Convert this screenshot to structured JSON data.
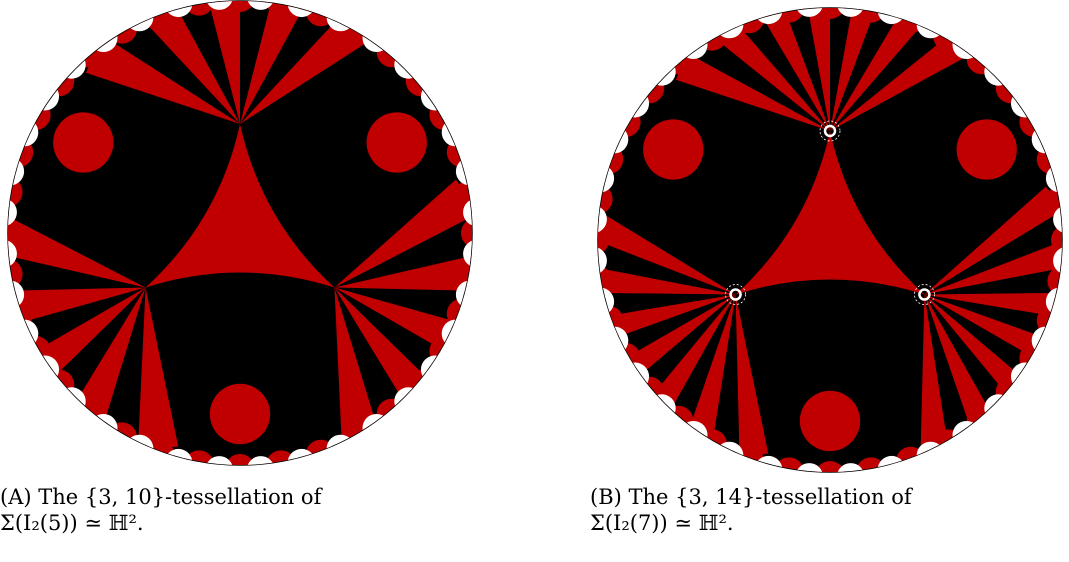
{
  "figures": [
    {
      "label": "(A)",
      "caption_line1": "The {3, 10}-tessellation of",
      "caption_line2": "Σ(I₂(5)) ≃ ℍ².",
      "colors": {
        "tile_a": "#c00000",
        "tile_b": "#000000",
        "boundary": "#000000"
      }
    },
    {
      "label": "(B)",
      "caption_line1": "The {3, 14}-tessellation of",
      "caption_line2": "Σ(I₂(7)) ≃ ℍ².",
      "colors": {
        "tile_a": "#c00000",
        "tile_b": "#000000",
        "boundary": "#000000",
        "marker": "#ffffff"
      }
    }
  ]
}
